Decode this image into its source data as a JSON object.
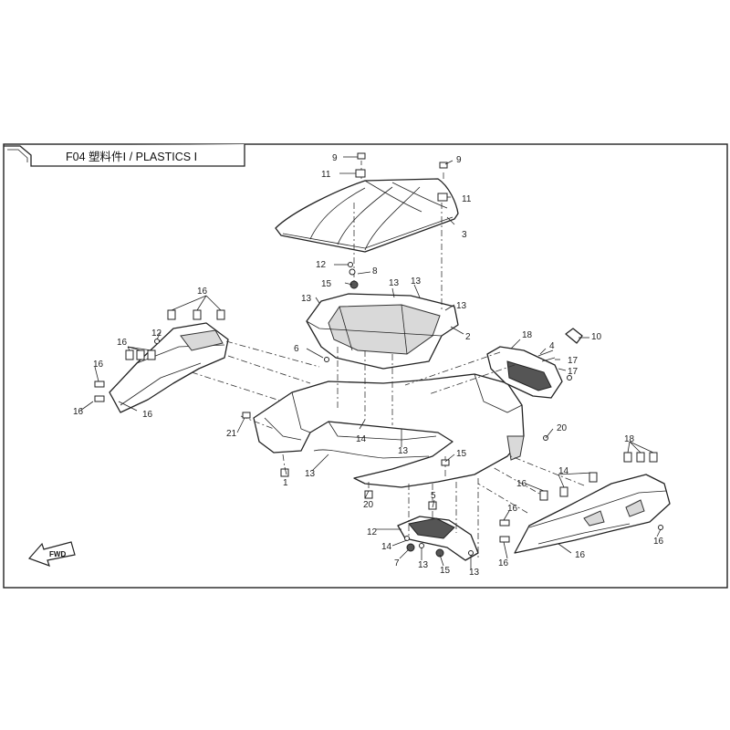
{
  "title": {
    "code": "F04",
    "text": "塑料件Ⅰ / PLASTICS Ⅰ"
  },
  "direction_label": "FWD",
  "callouts": [
    "9",
    "11",
    "9",
    "11",
    "3",
    "12",
    "8",
    "15",
    "13",
    "13",
    "13",
    "13",
    "2",
    "16",
    "16",
    "12",
    "16",
    "16",
    "16",
    "6",
    "18",
    "4",
    "17",
    "17",
    "10",
    "21",
    "14",
    "13",
    "13",
    "1",
    "20",
    "20",
    "18",
    "14",
    "16",
    "16",
    "16",
    "16",
    "16",
    "5",
    "12",
    "14",
    "7",
    "13",
    "15",
    "13",
    "15",
    "13"
  ]
}
